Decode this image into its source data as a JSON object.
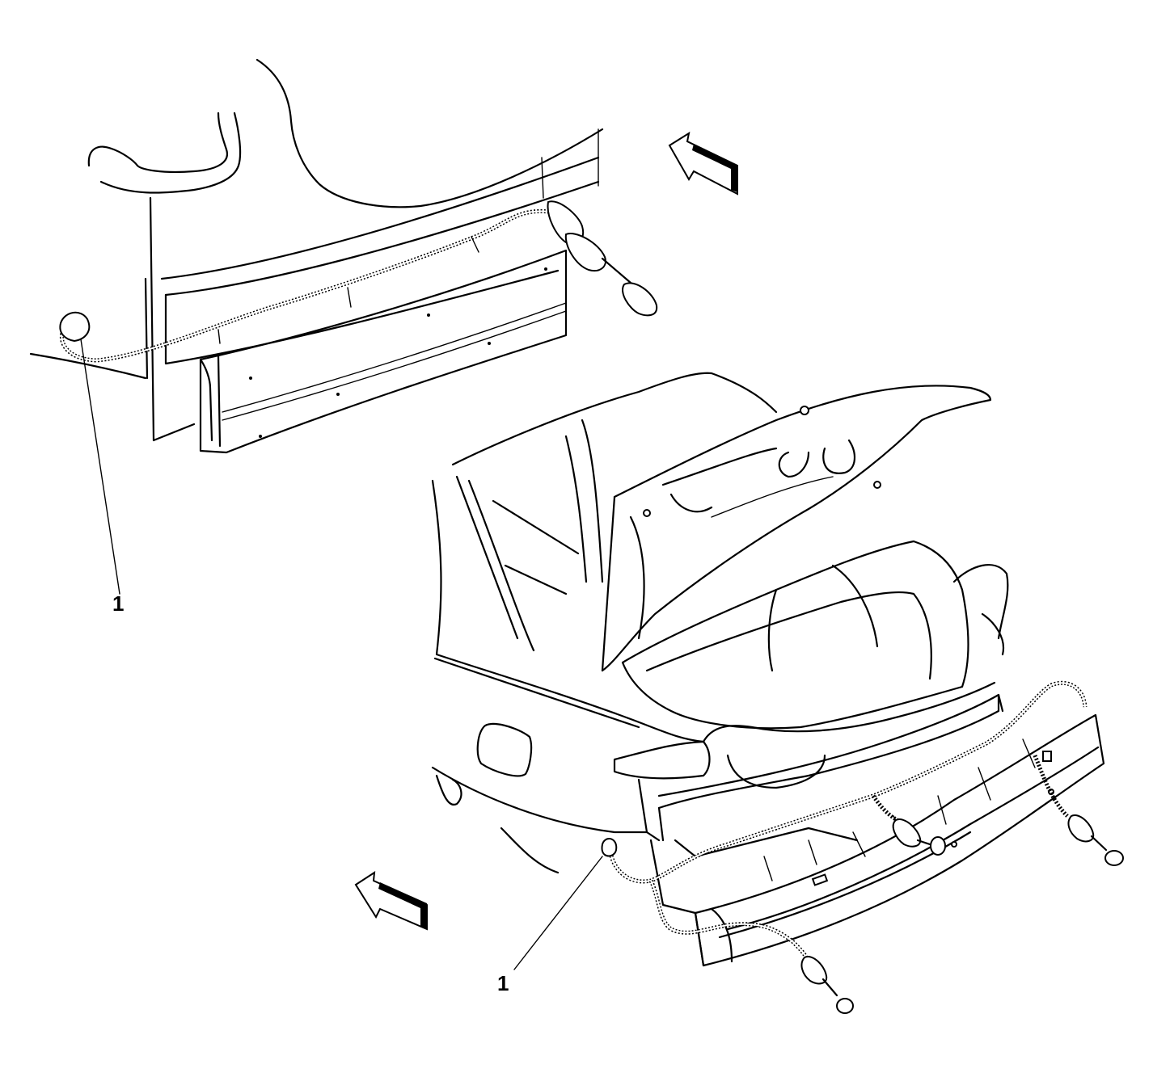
{
  "callouts": [
    {
      "id": "callout-1-upper",
      "label": "1"
    },
    {
      "id": "callout-1-lower",
      "label": "1"
    }
  ],
  "colors": {
    "line": "#000000",
    "background": "#ffffff"
  }
}
